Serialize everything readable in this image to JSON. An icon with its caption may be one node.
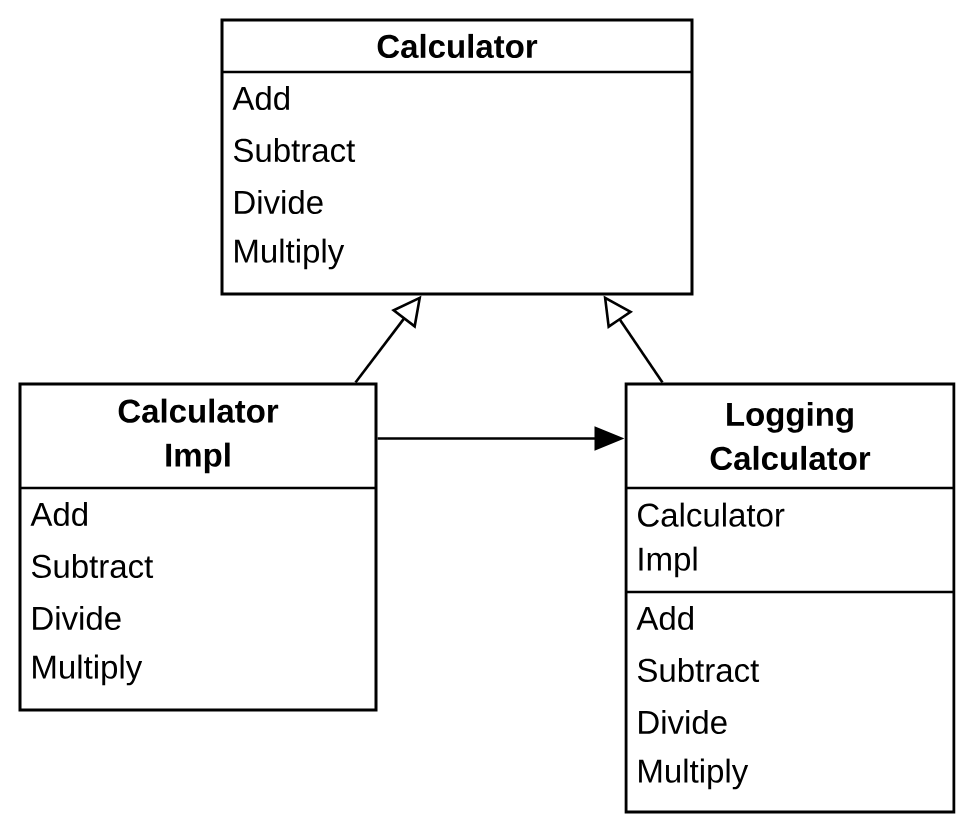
{
  "diagram": {
    "nodes": [
      {
        "text": [
          "Calculator",
          "Add",
          "Subtract",
          "Divide",
          "Multiply"
        ]
      },
      {
        "text": [
          "Calculator Impl",
          "Add",
          "Subtract",
          "Divide",
          "Multiply"
        ]
      },
      {
        "text": [
          "Logging Calculator",
          "Calculator Impl",
          "Add",
          "Subtract",
          "Divide",
          "Multiply"
        ]
      }
    ],
    "edges": [
      {
        "from": 1,
        "to": 0,
        "arrow": "to"
      },
      {
        "from": 2,
        "to": 0,
        "arrow": "to"
      },
      {
        "from": 1,
        "to": 2,
        "arrow": "to"
      }
    ]
  }
}
